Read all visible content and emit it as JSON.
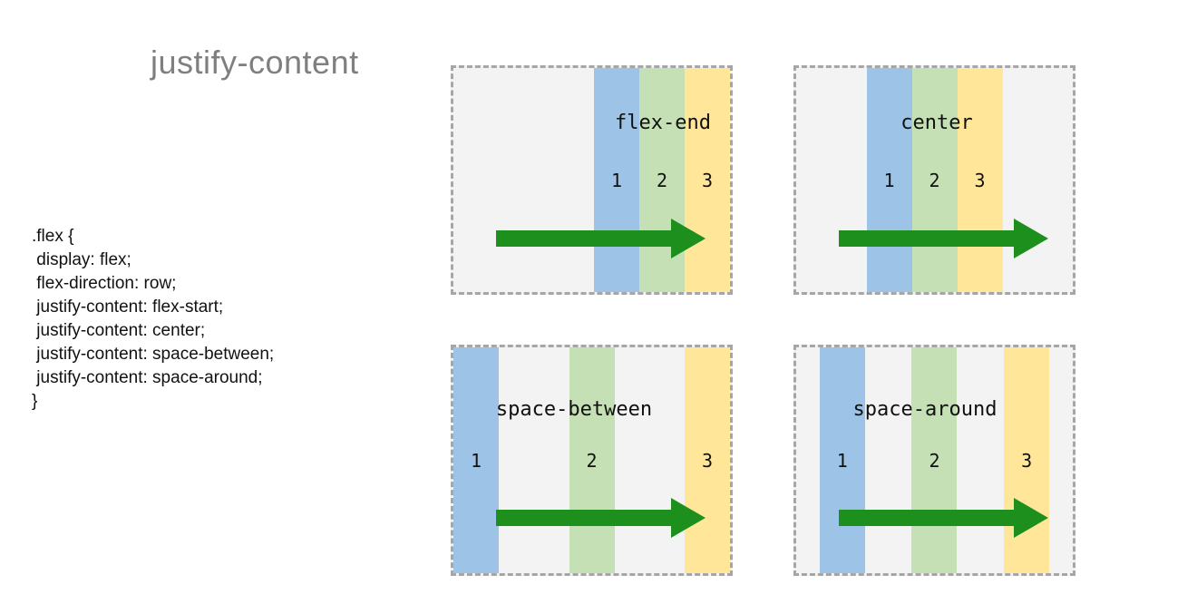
{
  "title": "justify-content",
  "code": {
    "lines": [
      ".flex {",
      " display: flex;",
      " flex-direction: row;",
      " justify-content: flex-start;",
      " justify-content: center;",
      " justify-content: space-between;",
      " justify-content: space-around;",
      "}"
    ]
  },
  "demos": [
    {
      "label": "flex-end",
      "justify_value": "flex-end",
      "items": [
        "1",
        "2",
        "3"
      ]
    },
    {
      "label": "center",
      "justify_value": "center",
      "items": [
        "1",
        "2",
        "3"
      ]
    },
    {
      "label": "space-between",
      "justify_value": "space-between",
      "items": [
        "1",
        "2",
        "3"
      ]
    },
    {
      "label": "space-around",
      "justify_value": "space-around",
      "items": [
        "1",
        "2",
        "3"
      ]
    }
  ],
  "icons": {
    "arrow": "right-arrow-icon"
  },
  "colors": {
    "bar_blue": "#9dc3e6",
    "bar_green": "#c5e0b4",
    "bar_yellow": "#ffe699",
    "arrow_green": "#1d8f1d",
    "box_bg": "#f3f3f3",
    "box_border": "#a6a6a6",
    "title_gray": "#7f7f7f",
    "text_black": "#111111"
  }
}
